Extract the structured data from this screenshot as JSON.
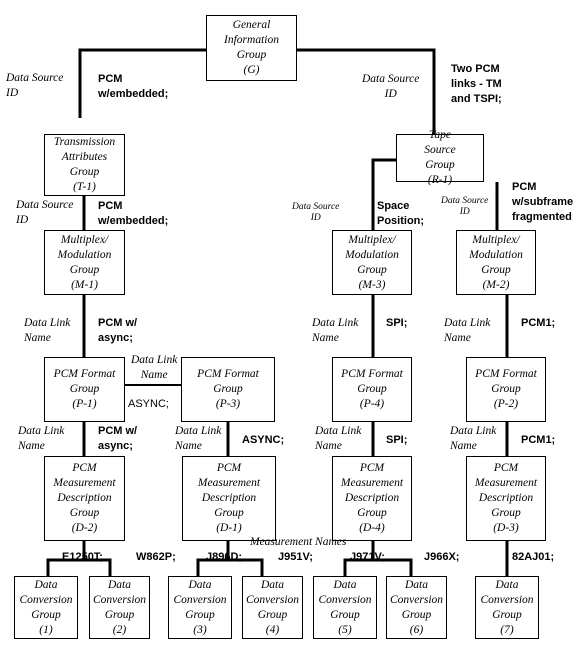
{
  "boxes": {
    "g": "General\nInformation\nGroup\n(G)",
    "t1": "Transmission\nAttributes\nGroup\n(T-1)",
    "r1": "Tape\nSource\nGroup\n(R-1)",
    "m1": "Multiplex/\nModulation\nGroup\n(M-1)",
    "m3": "Multiplex/\nModulation\nGroup\n(M-3)",
    "m2": "Multiplex/\nModulation\nGroup\n(M-2)",
    "p1": "PCM Format\nGroup\n(P-1)",
    "p3": "PCM Format\nGroup\n(P-3)",
    "p4": "PCM Format\nGroup\n(P-4)",
    "p2": "PCM Format\nGroup\n(P-2)",
    "d2": "PCM\nMeasurement\nDescription\nGroup\n(D-2)",
    "d1": "PCM\nMeasurement\nDescription\nGroup\n(D-1)",
    "d4": "PCM\nMeasurement\nDescription\nGroup\n(D-4)",
    "d3": "PCM\nMeasurement\nDescription\nGroup\n(D-3)",
    "c1": "Data\nConversion\nGroup\n(1)",
    "c2": "Data\nConversion\nGroup\n(2)",
    "c3": "Data\nConversion\nGroup\n(3)",
    "c4": "Data\nConversion\nGroup\n(4)",
    "c5": "Data\nConversion\nGroup\n(5)",
    "c6": "Data\nConversion\nGroup\n(6)",
    "c7": "Data\nConversion\nGroup\n(7)"
  },
  "labels": {
    "ds_left": "Data Source\nID",
    "pcm_embedded_top": "PCM\nw/embedded;",
    "ds_right": "Data Source\nID",
    "two_pcm_links": "Two PCM\nlinks - TM\nand TSPI;",
    "ds_t1": "Data Source\nID",
    "pcm_embedded_t1": "PCM\nw/embedded;",
    "ds_r1_left": "Data Source\nID",
    "space_position": "Space\nPosition;",
    "ds_r1_right": "Data Source\nID",
    "pcm_subframe": "PCM\nw/subframe\nfragmented",
    "dl_m1": "Data Link\nName",
    "pcm_async_m1": "PCM w/\nasync;",
    "dl_m3": "Data Link\nName",
    "spi_m3": "SPI;",
    "dl_m2": "Data Link\nName",
    "pcm1_m2": "PCM1;",
    "dl_p3": "Data Link\nName",
    "async_p3": "ASYNC;",
    "dl_p1": "Data Link\nName",
    "pcm_async_p1": "PCM w/\nasync;",
    "dl_d1": "Data Link\nName",
    "async_d1": "ASYNC;",
    "dl_p4": "Data Link\nName",
    "spi_p4": "SPI;",
    "dl_p2": "Data Link\nName",
    "pcm1_p2": "PCM1;",
    "measurement_names": "Measurement Names",
    "e1250t": "E1250T;",
    "w862p": "W862P;",
    "j896d": "J896D;",
    "j951v": "J951V;",
    "j971v": "J971V;",
    "j966x": "J966X;",
    "82aj01": "82AJ01;"
  }
}
